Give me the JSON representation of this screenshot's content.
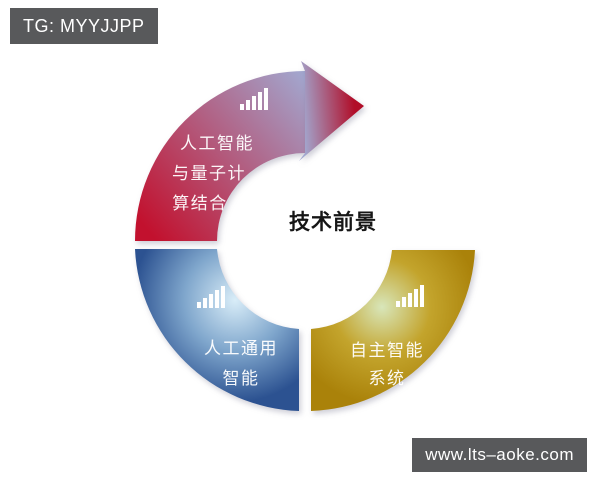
{
  "page": {
    "background": "#ffffff"
  },
  "watermarks": {
    "telegram_badge": {
      "label": "TG: MYYJJPP",
      "bg": "#58595b",
      "text_color": "#ffffff"
    },
    "website_badge": {
      "label": "www.lts–aoke.com",
      "bg": "#58595b",
      "text_color": "#ffffff"
    }
  },
  "diagram": {
    "type": "circular-arrow-cycle",
    "center_label": "技术前景",
    "segments": [
      {
        "id": "ai-quantum",
        "label": "人工智能与量子计算结合",
        "lines": [
          "人工智能",
          "与量子计",
          "算结合"
        ],
        "icon": "bar-chart-icon",
        "color": "#c2112e",
        "color_deep": "#b10d28",
        "accent": "#a2a8d0"
      },
      {
        "id": "agi",
        "label": "人工通用智能",
        "lines": [
          "人工通用",
          "智能"
        ],
        "icon": "bar-chart-icon",
        "color": "#2c5291",
        "color_mid": "#7fa6cc",
        "accent": "#d9edf8"
      },
      {
        "id": "autonomous-systems",
        "label": "自主智能系统",
        "lines": [
          "自主智能",
          "系统"
        ],
        "icon": "bar-chart-icon",
        "color": "#aa820a",
        "color_mid": "#c3a42c",
        "accent": "#d8e6ba"
      }
    ]
  }
}
